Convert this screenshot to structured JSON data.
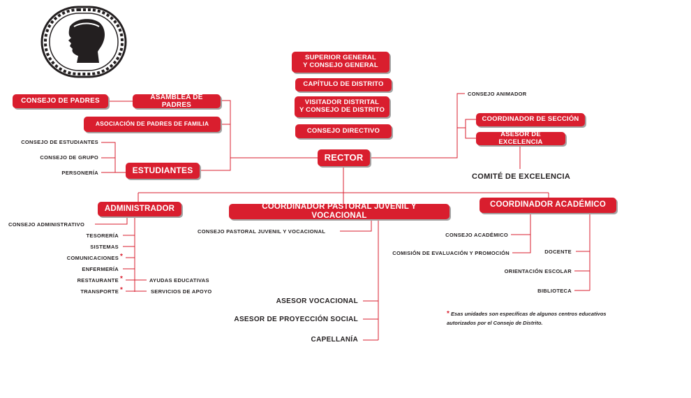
{
  "org_chart": {
    "top_bodies": {
      "superior": "SUPERIOR GENERAL\nY CONSEJO GENERAL",
      "capitulo": "CAPÍTULO DE DISTRITO",
      "visitador": "VISITADOR DISTRITAL\nY CONSEJO DE DISTRITO",
      "consejo_directivo": "CONSEJO DIRECTIVO"
    },
    "rector": "RECTOR",
    "parents": {
      "consejo_padres": "CONSEJO DE PADRES",
      "asamblea_padres": "ASAMBLEA DE PADRES",
      "asociacion": "ASOCIACIÓN DE PADRES DE FAMILIA"
    },
    "students": {
      "title": "ESTUDIANTES",
      "items": [
        "CONSEJO DE ESTUDIANTES",
        "CONSEJO DE GRUPO",
        "PERSONERÍA"
      ]
    },
    "right_upper": {
      "consejo_animador": "CONSEJO ANIMADOR",
      "coord_seccion": "COORDINADOR DE SECCIÓN",
      "asesor_excelencia": "ASESOR DE EXCELENCIA",
      "comite": "COMITÉ DE EXCELENCIA"
    },
    "administrador": {
      "title": "ADMINISTRADOR",
      "consejo": "CONSEJO ADMINISTRATIVO",
      "items": [
        "TESORERÍA",
        "SISTEMAS",
        "COMUNICACIONES",
        "ENFERMERÍA",
        "RESTAURANTE",
        "TRANSPORTE"
      ],
      "side_items": [
        "AYUDAS EDUCATIVAS",
        "SERVICIOS DE APOYO"
      ],
      "star": "*"
    },
    "pastoral": {
      "title": "COORDINADOR PASTORAL JUVENIL Y VOCACIONAL",
      "consejo": "CONSEJO PASTORAL JUVENIL Y VOCACIONAL",
      "items": [
        "ASESOR VOCACIONAL",
        "ASESOR DE PROYECCIÓN SOCIAL",
        "CAPELLANÍA"
      ]
    },
    "academico": {
      "title": "COORDINADOR ACADÉMICO",
      "left_items": [
        "CONSEJO ACADÉMICO",
        "COMISIÓN DE EVALUACIÓN Y PROMOCIÓN"
      ],
      "right_items": [
        "DOCENTE",
        "ORIENTACIÓN ESCOLAR",
        "BIBLIOTECA"
      ]
    },
    "footnote": {
      "star": "*",
      "text": "Esas unidades son específicas de algunos centros educativos autorizados por el Consejo de Distrito."
    }
  },
  "colors": {
    "accent": "#d91e2e",
    "text": "#231f20",
    "line": "#d91e2e"
  },
  "logo_icon": "profile-medallion-icon"
}
